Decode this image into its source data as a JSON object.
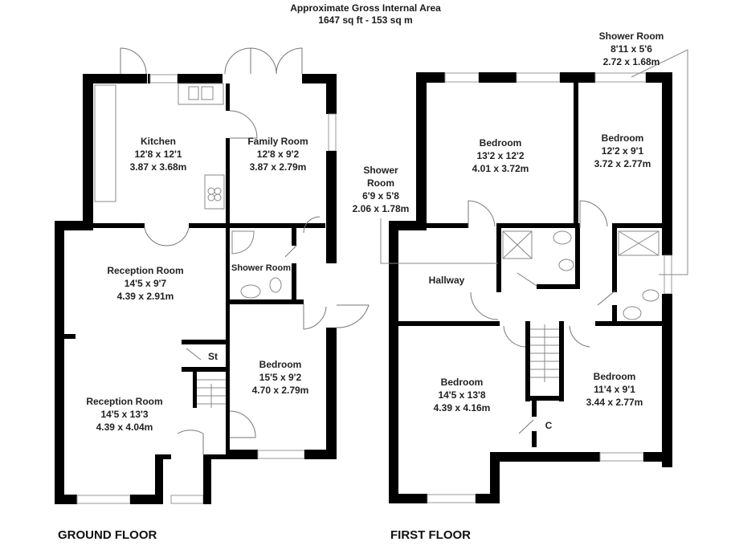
{
  "header": {
    "title": "Approximate Gross Internal Area",
    "area": "1647 sq ft - 153 sq m"
  },
  "ground_floor": {
    "label": "GROUND FLOOR",
    "rooms": [
      {
        "name": "Kitchen",
        "imperial": "12'8 x 12'1",
        "metric": "3.87 x 3.68m"
      },
      {
        "name": "Family Room",
        "imperial": "12'8 x 9'2",
        "metric": "3.87 x 2.79m"
      },
      {
        "name": "Reception Room",
        "imperial": "14'5 x 9'7",
        "metric": "4.39 x 2.91m"
      },
      {
        "name": "Shower Room"
      },
      {
        "name": "St"
      },
      {
        "name": "Bedroom",
        "imperial": "15'5 x 9'2",
        "metric": "4.70 x 2.79m"
      },
      {
        "name": "Reception Room",
        "imperial": "14'5 x 13'3",
        "metric": "4.39 x 4.04m"
      }
    ]
  },
  "first_floor": {
    "label": "FIRST FLOOR",
    "rooms": [
      {
        "name": "Bedroom",
        "imperial": "13'2 x 12'2",
        "metric": "4.01 x 3.72m"
      },
      {
        "name": "Bedroom",
        "imperial": "12'2 x 9'1",
        "metric": "3.72 x 2.77m"
      },
      {
        "name": "Shower Room",
        "imperial": "8'11 x 5'6",
        "metric": "2.72 x 1.68m"
      },
      {
        "name": "Shower Room",
        "imperial": "6'9 x 5'8",
        "metric": "2.06 x 1.78m",
        "name_line1": "Shower",
        "name_line2": "Room"
      },
      {
        "name": "Hallway"
      },
      {
        "name": "Bedroom",
        "imperial": "14'5 x 13'8",
        "metric": "4.39 x 4.16m"
      },
      {
        "name": "Bedroom",
        "imperial": "11'4 x 9'1",
        "metric": "3.44 x 2.77m"
      },
      {
        "name": "C"
      }
    ]
  }
}
